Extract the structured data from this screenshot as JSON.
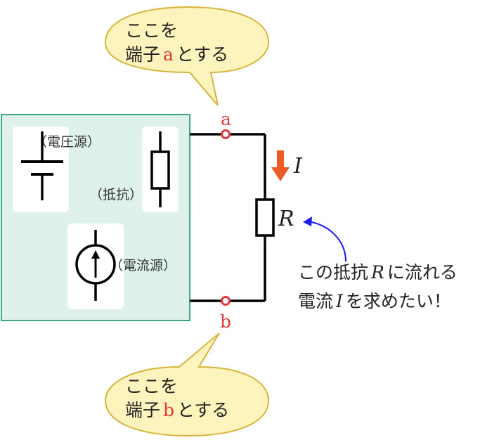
{
  "callout_a": {
    "line1": "ここを",
    "line2_pre": "端子",
    "terminal": "a",
    "line2_post": "とする"
  },
  "callout_b": {
    "line1": "ここを",
    "line2_pre": "端子",
    "terminal": "b",
    "line2_post": "とする"
  },
  "black_box": {
    "voltage_source_label": "（電圧源）",
    "resistor_label": "（抵抗）",
    "current_source_label": "（電流源）"
  },
  "terminals": {
    "a": "a",
    "b": "b"
  },
  "load": {
    "resistor_symbol": "R",
    "current_symbol": "I"
  },
  "note": {
    "line1_pre": "この抵抗",
    "line1_var": "R",
    "line1_post": "に流れる",
    "line2_pre": "電流",
    "line2_var": "I",
    "line2_post": "を求めたい！"
  },
  "colors": {
    "callout_fill": "#fcf3bd",
    "callout_stroke": "#d8b43a",
    "box_fill": "#dff1eb",
    "box_stroke": "#3aa882",
    "terminal_red": "#e23a3a",
    "arrow_orange": "#ee5a24",
    "pointer_blue": "#1a1aee"
  }
}
